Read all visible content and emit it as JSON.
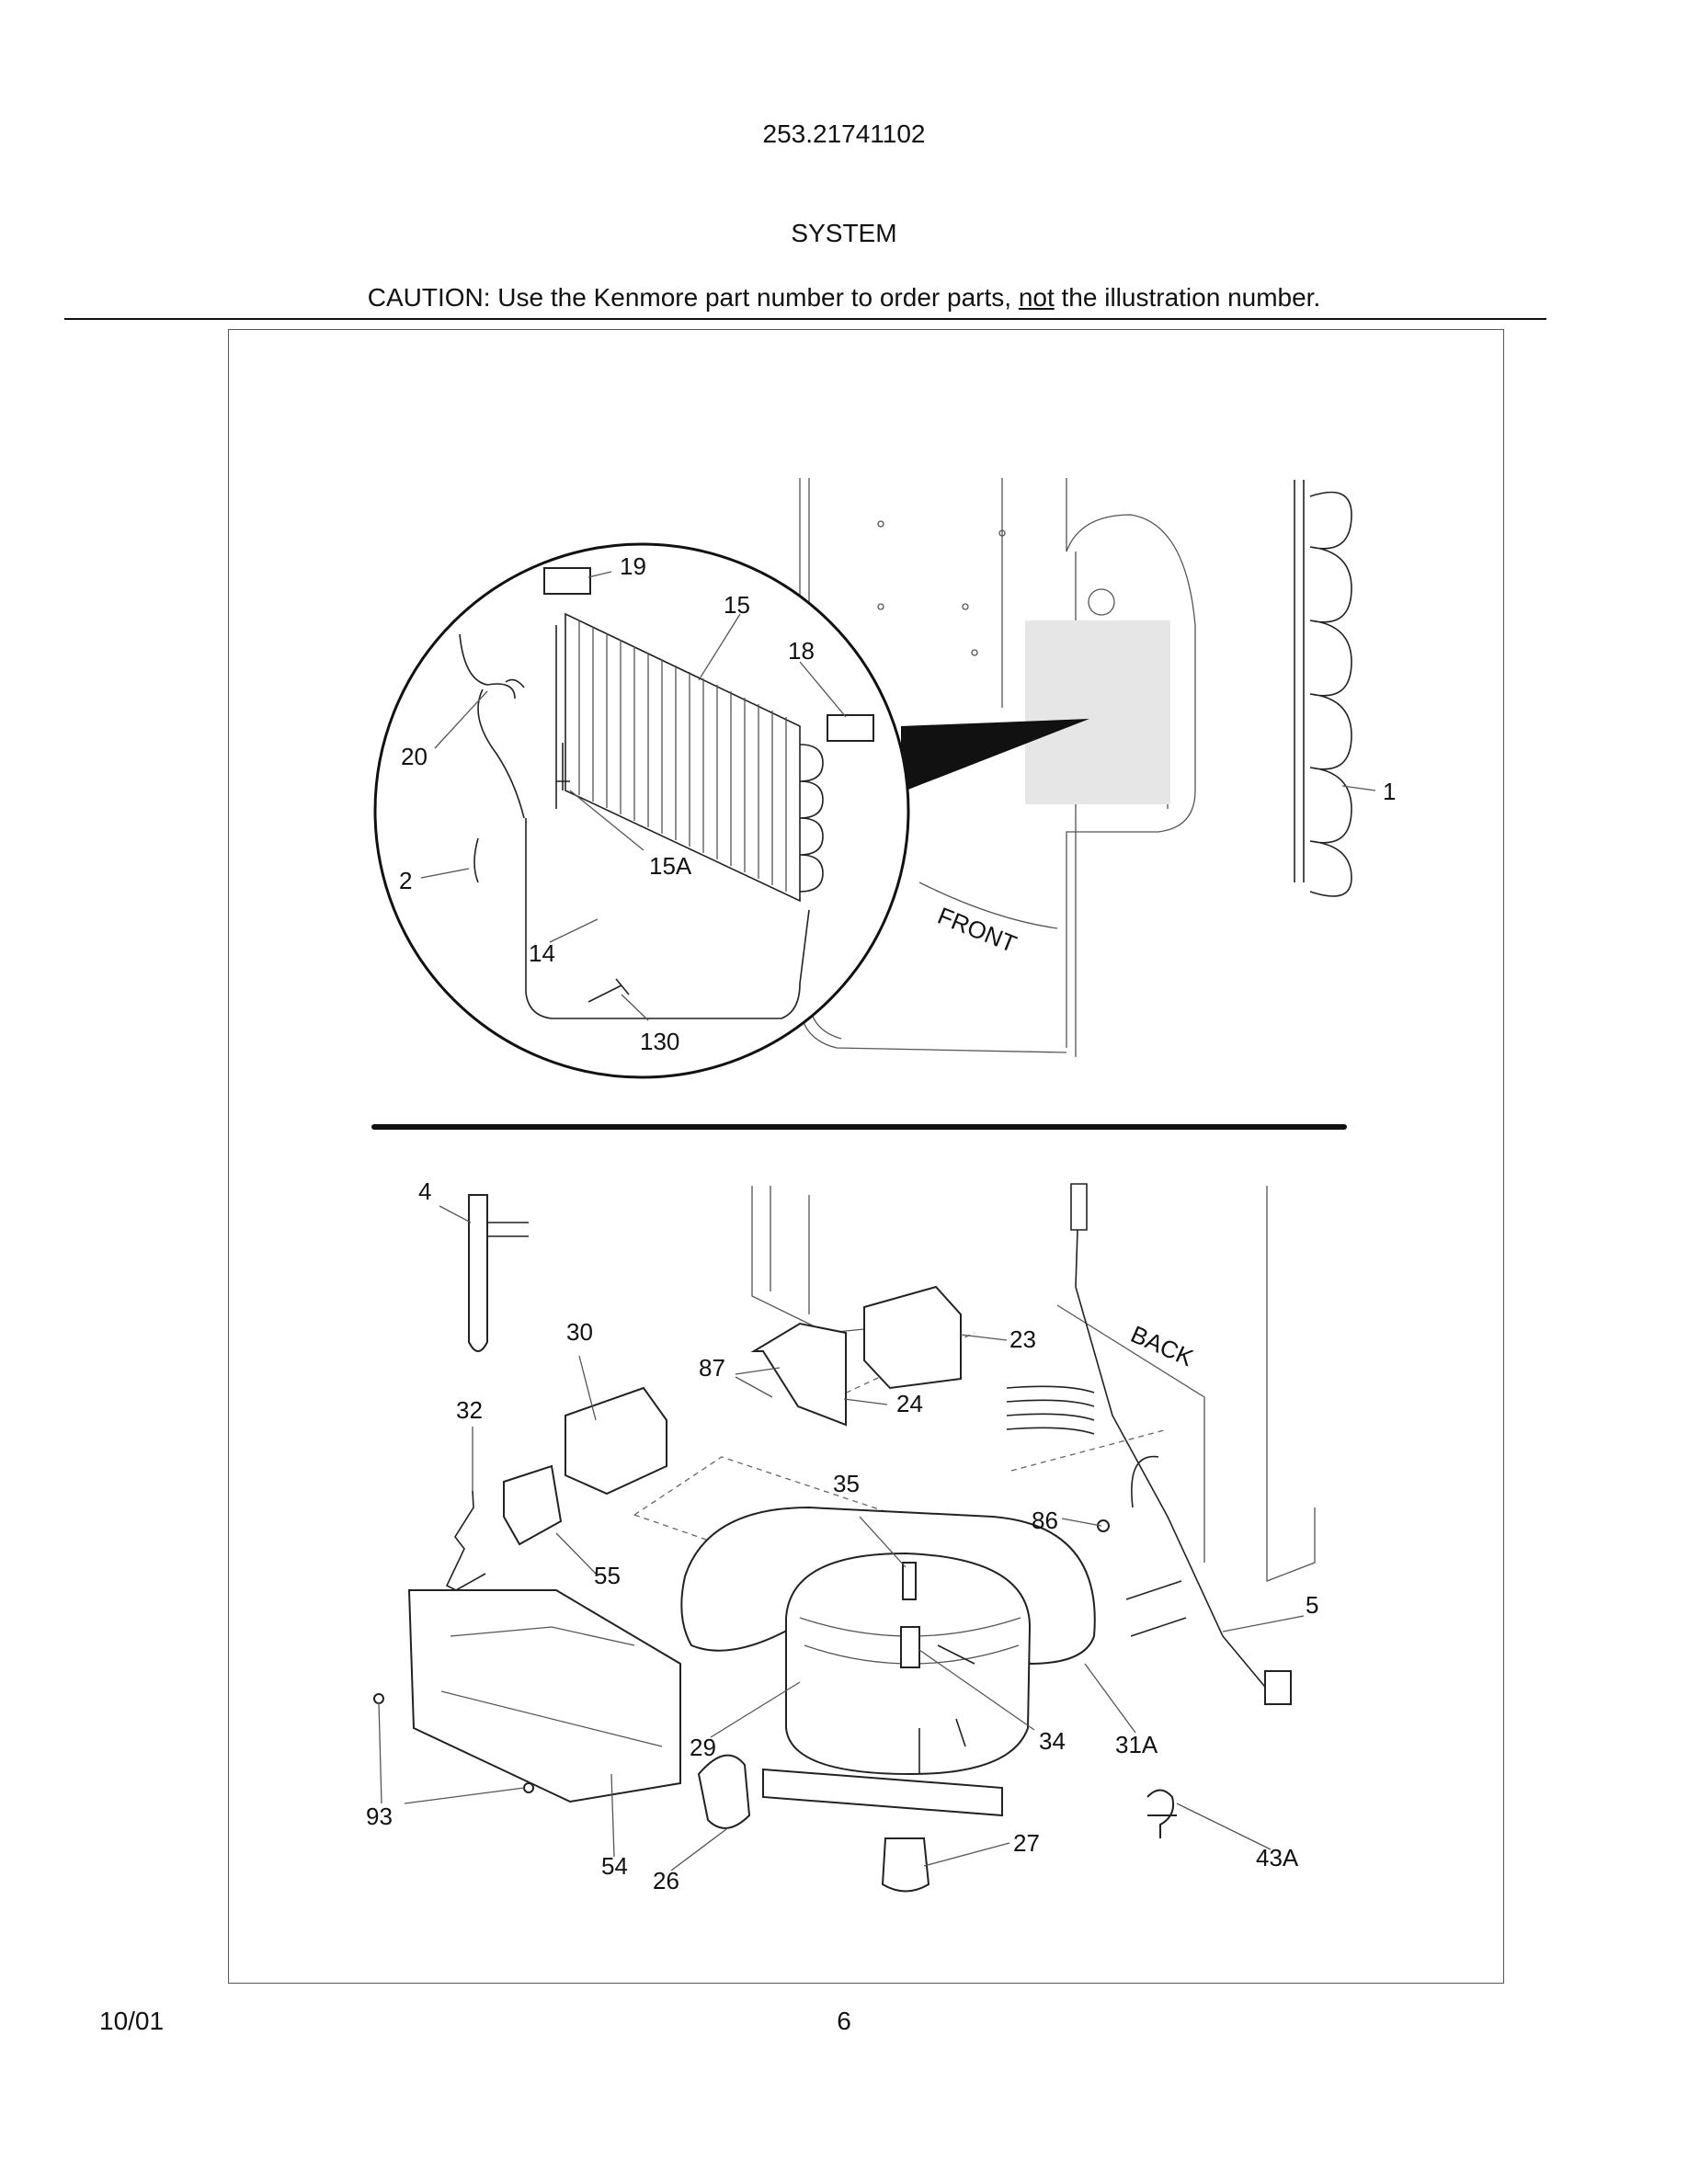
{
  "header": {
    "model": "253.21741102",
    "title": "SYSTEM",
    "caution_prefix": "CAUTION: Use the Kenmore part number to order parts, ",
    "caution_not": "not",
    "caution_suffix": " the illustration number."
  },
  "diagram": {
    "labels": {
      "p19": "19",
      "p15": "15",
      "p18": "18",
      "p20": "20",
      "p15a": "15A",
      "p2": "2",
      "p14": "14",
      "p130": "130",
      "p1": "1",
      "front": "FRONT",
      "p4": "4",
      "p30": "30",
      "p87": "87",
      "p23": "23",
      "back": "BACK",
      "p24": "24",
      "p32": "32",
      "p35": "35",
      "p86": "86",
      "p55": "55",
      "p5": "5",
      "p29": "29",
      "p34": "34",
      "p31a": "31A",
      "p93": "93",
      "p27": "27",
      "p43a": "43A",
      "p54": "54",
      "p26": "26"
    }
  },
  "footer": {
    "date": "10/01",
    "page": "6"
  }
}
